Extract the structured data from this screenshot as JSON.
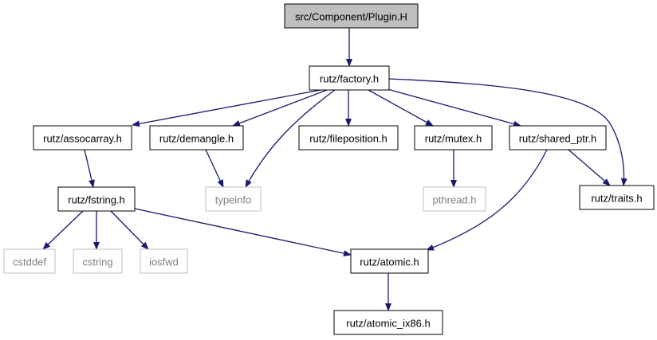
{
  "diagram": {
    "nodes": [
      {
        "id": "plugin",
        "label": "src/Component/Plugin.H",
        "style": "root"
      },
      {
        "id": "factory",
        "label": "rutz/factory.h",
        "style": "normal"
      },
      {
        "id": "assocarray",
        "label": "rutz/assocarray.h",
        "style": "normal"
      },
      {
        "id": "demangle",
        "label": "rutz/demangle.h",
        "style": "normal"
      },
      {
        "id": "fileposition",
        "label": "rutz/fileposition.h",
        "style": "normal"
      },
      {
        "id": "mutex",
        "label": "rutz/mutex.h",
        "style": "normal"
      },
      {
        "id": "shared_ptr",
        "label": "rutz/shared_ptr.h",
        "style": "normal"
      },
      {
        "id": "fstring",
        "label": "rutz/fstring.h",
        "style": "normal"
      },
      {
        "id": "typeinfo",
        "label": "typeinfo",
        "style": "external"
      },
      {
        "id": "pthread",
        "label": "pthread.h",
        "style": "external"
      },
      {
        "id": "traits",
        "label": "rutz/traits.h",
        "style": "normal"
      },
      {
        "id": "cstddef",
        "label": "cstddef",
        "style": "external"
      },
      {
        "id": "cstring",
        "label": "cstring",
        "style": "external"
      },
      {
        "id": "iosfwd",
        "label": "iosfwd",
        "style": "external"
      },
      {
        "id": "atomic",
        "label": "rutz/atomic.h",
        "style": "normal"
      },
      {
        "id": "atomic_ix86",
        "label": "rutz/atomic_ix86.h",
        "style": "normal"
      }
    ],
    "edges": [
      {
        "from": "plugin",
        "to": "factory"
      },
      {
        "from": "factory",
        "to": "assocarray"
      },
      {
        "from": "factory",
        "to": "demangle"
      },
      {
        "from": "factory",
        "to": "typeinfo"
      },
      {
        "from": "factory",
        "to": "fileposition"
      },
      {
        "from": "factory",
        "to": "mutex"
      },
      {
        "from": "factory",
        "to": "shared_ptr"
      },
      {
        "from": "factory",
        "to": "traits"
      },
      {
        "from": "assocarray",
        "to": "fstring"
      },
      {
        "from": "demangle",
        "to": "typeinfo"
      },
      {
        "from": "mutex",
        "to": "pthread"
      },
      {
        "from": "shared_ptr",
        "to": "atomic"
      },
      {
        "from": "shared_ptr",
        "to": "traits"
      },
      {
        "from": "fstring",
        "to": "cstddef"
      },
      {
        "from": "fstring",
        "to": "cstring"
      },
      {
        "from": "fstring",
        "to": "iosfwd"
      },
      {
        "from": "fstring",
        "to": "atomic"
      },
      {
        "from": "atomic",
        "to": "atomic_ix86"
      }
    ],
    "colors": {
      "edge": "#191970",
      "node_border": "#000000",
      "external_border": "#bfbfbf",
      "external_text": "#7f7f7f",
      "root_fill": "#bfbfbf",
      "node_fill": "#ffffff"
    }
  }
}
